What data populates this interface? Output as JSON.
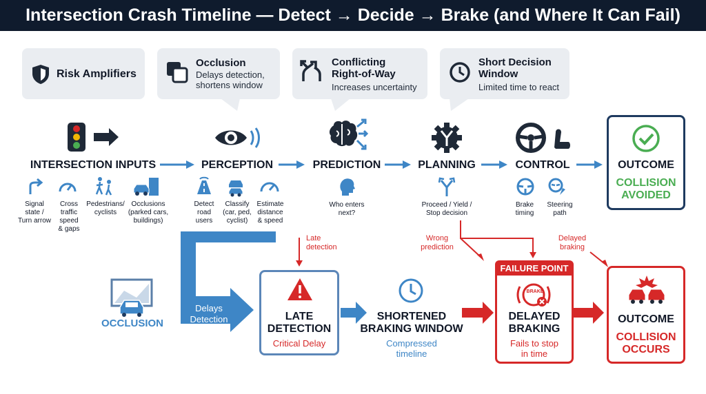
{
  "title": "Intersection Crash Timeline — Detect → Decide → Brake (and Where It Can Fail)",
  "callouts": {
    "risk": {
      "title": "Risk Amplifiers"
    },
    "occlusion": {
      "title": "Occlusion",
      "sub1": "Delays detection,",
      "sub2": "shortens window"
    },
    "conflicting": {
      "title1": "Conflicting",
      "title2": "Right-of-Way",
      "sub": "Increases uncertainty"
    },
    "short": {
      "title1": "Short Decision",
      "title2": "Window",
      "sub": "Limited time to react"
    }
  },
  "stages": {
    "inputs": "INTERSECTION INPUTS",
    "perception": "PERCEPTION",
    "prediction": "PREDICTION",
    "planning": "PLANNING",
    "control": "CONTROL",
    "outcome": "OUTCOME"
  },
  "inputs_items": [
    {
      "l1": "Signal",
      "l2": "state /",
      "l3": "Turn arrow"
    },
    {
      "l1": "Cross",
      "l2": "traffic",
      "l3": "speed",
      "l4": "& gaps"
    },
    {
      "l1": "Pedestrians/",
      "l2": "cyclists"
    },
    {
      "l1": "Occlusions",
      "l2": "(parked cars,",
      "l3": "buildings)"
    }
  ],
  "perception_items": [
    {
      "l1": "Detect",
      "l2": "road",
      "l3": "users"
    },
    {
      "l1": "Classify",
      "l2": "(car, ped,",
      "l3": "cyclist)"
    },
    {
      "l1": "Estimate",
      "l2": "distance",
      "l3": "& speed"
    }
  ],
  "prediction_item": {
    "l1": "Who enters",
    "l2": "next?"
  },
  "planning_item": {
    "l1": "Proceed / Yield /",
    "l2": "Stop decision"
  },
  "control_items": [
    {
      "l1": "Brake",
      "l2": "timing"
    },
    {
      "l1": "Steering",
      "l2": "path"
    }
  ],
  "outcome_good": {
    "title": "OUTCOME",
    "l1": "COLLISION",
    "l2": "AVOIDED"
  },
  "failure_labels": {
    "late": {
      "l1": "Late",
      "l2": "detection"
    },
    "wrong": {
      "l1": "Wrong",
      "l2": "prediction"
    },
    "delayed": {
      "l1": "Delayed",
      "l2": "braking"
    }
  },
  "bottom": {
    "occlusion": "OCCLUSION",
    "delays": {
      "l1": "Delays",
      "l2": "Detection"
    },
    "late_box": {
      "l1": "LATE",
      "l2": "DETECTION",
      "sub": "Critical Delay"
    },
    "shortened": {
      "l1": "SHORTENED",
      "l2": "BRAKING WINDOW",
      "sub1": "Compressed",
      "sub2": "timeline"
    },
    "failure": {
      "tag": "FAILURE POINT",
      "icon_text": "BRAKE",
      "l1": "DELAYED",
      "l2": "BRAKING",
      "sub1": "Fails to stop",
      "sub2": "in time"
    },
    "outcome_bad": {
      "title": "OUTCOME",
      "l1": "COLLISION",
      "l2": "OCCURS"
    }
  },
  "colors": {
    "navy": "#0f1b2d",
    "blue": "#3e86c6",
    "red": "#d62828",
    "green": "#4aad52",
    "callout": "#eaedf1"
  }
}
